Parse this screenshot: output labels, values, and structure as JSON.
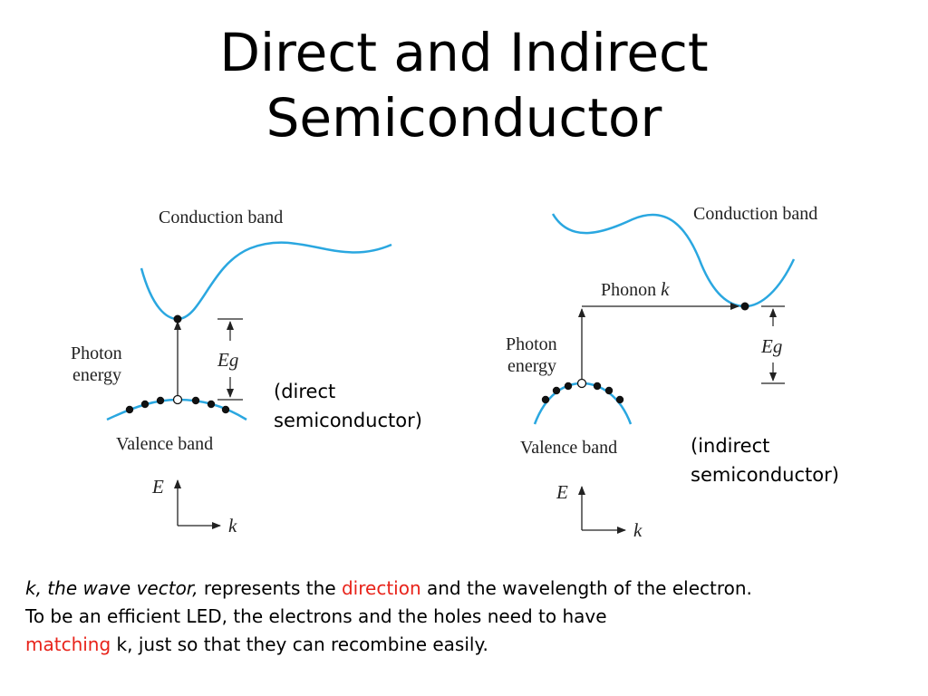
{
  "title": {
    "line1": "Direct and Indirect",
    "line2": "Semiconductor"
  },
  "direct": {
    "conduction_label": "Conduction band",
    "photon_label_1": "Photon",
    "photon_label_2": "energy",
    "eg_label": "Eg",
    "valence_label": "Valence band",
    "caption_1": "(direct",
    "caption_2": "semiconductor)",
    "axis_e": "E",
    "axis_k": "k"
  },
  "indirect": {
    "conduction_label": "Conduction band",
    "phonon_label": "Phonon",
    "phonon_k": "k",
    "photon_label_1": "Photon",
    "photon_label_2": "energy",
    "eg_label": "Eg",
    "valence_label": "Valence band",
    "caption_1": "(indirect",
    "caption_2": "semiconductor)",
    "axis_e": "E",
    "axis_k": "k"
  },
  "bottom_text": {
    "line1_italic": "k, the wave vector,",
    "line1_a": " represents the ",
    "line1_red": "direction",
    "line1_b": " and the wavelength of the electron.",
    "line2": "To be an efficient LED, the electrons and the holes need to have",
    "line3_red": "matching",
    "line3_b": " k, just so that they can recombine easily."
  },
  "colors": {
    "band_curve": "#2aa7e0",
    "highlight": "#e8231a"
  }
}
